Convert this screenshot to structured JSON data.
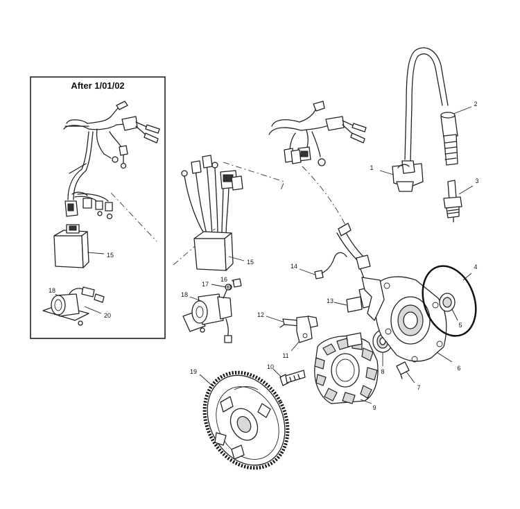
{
  "inset": {
    "title": "After 1/01/02"
  },
  "callouts": [
    "1",
    "2",
    "3",
    "4",
    "5",
    "6",
    "7",
    "8",
    "9",
    "10",
    "11",
    "12",
    "13",
    "14",
    "15",
    "16",
    "17",
    "18",
    "19",
    "15",
    "18",
    "20"
  ]
}
